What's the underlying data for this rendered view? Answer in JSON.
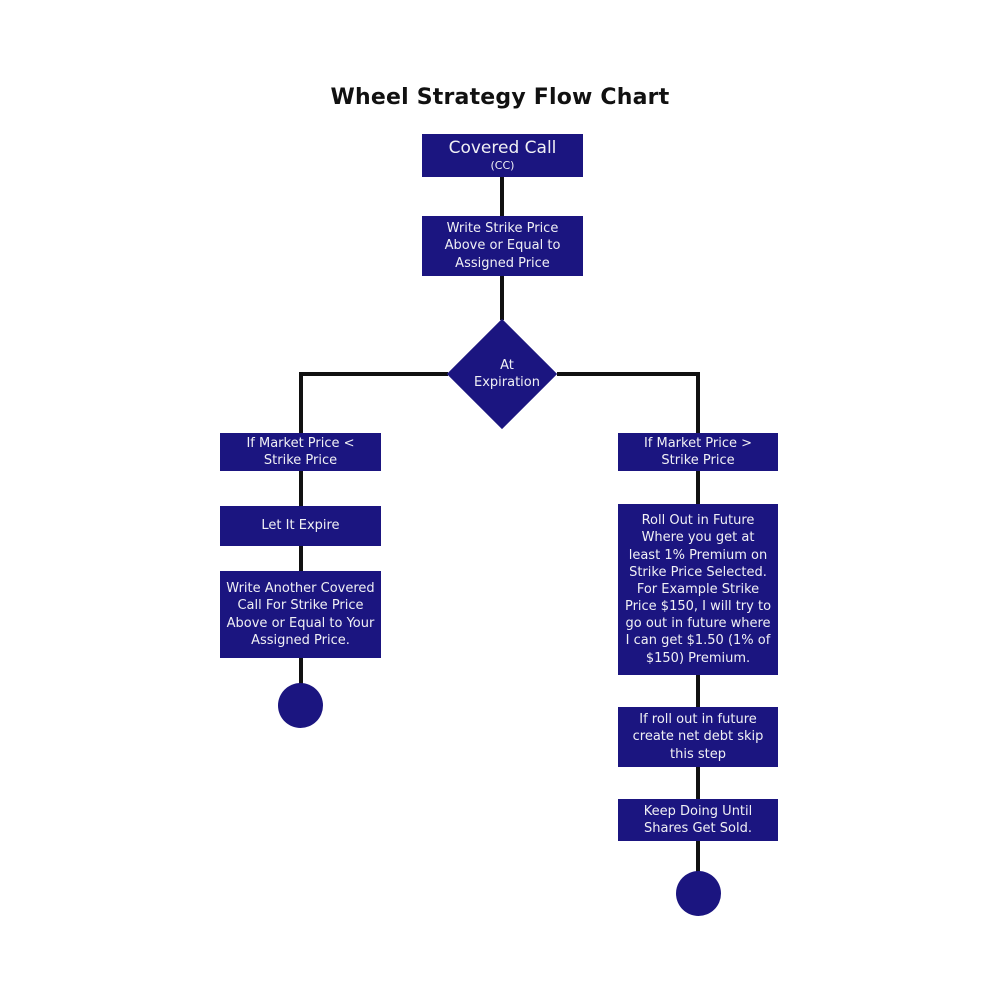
{
  "chart_data": {
    "type": "diagram",
    "title": "Wheel Strategy Flow Chart",
    "node_fill": "#1B1580",
    "node_text_color": "#F0F0F4",
    "connector_color": "#111111",
    "background": "#FFFFFF",
    "nodes": [
      {
        "id": "covered-call",
        "shape": "rect",
        "label": "Covered Call",
        "sublabel": "(CC)"
      },
      {
        "id": "write-strike-price",
        "shape": "rect",
        "label": "Write Strike Price Above or Equal to Assigned Price"
      },
      {
        "id": "at-expiration",
        "shape": "diamond",
        "label": "At Expiration"
      },
      {
        "id": "market-below-strike",
        "shape": "rect",
        "label": "If Market Price < Strike Price"
      },
      {
        "id": "let-it-expire",
        "shape": "rect",
        "label": "Let It Expire"
      },
      {
        "id": "write-another-covered-call",
        "shape": "rect",
        "label": "Write Another Covered Call For Strike Price Above or Equal to Your Assigned Price."
      },
      {
        "id": "left-terminator",
        "shape": "circle",
        "label": ""
      },
      {
        "id": "market-above-strike",
        "shape": "rect",
        "label": "If Market Price > Strike Price"
      },
      {
        "id": "roll-out-in-future",
        "shape": "rect",
        "label": "Roll Out in Future Where you get at least 1% Premium on Strike Price Selected. For Example Strike Price $150, I will try to go out in future where I can get $1.50 (1% of $150) Premium."
      },
      {
        "id": "net-debt-skip",
        "shape": "rect",
        "label": "If roll out in future create net debt skip this step"
      },
      {
        "id": "keep-doing",
        "shape": "rect",
        "label": "Keep Doing Until Shares Get Sold."
      },
      {
        "id": "right-terminator",
        "shape": "circle",
        "label": ""
      }
    ],
    "edges": [
      {
        "from": "covered-call",
        "to": "write-strike-price"
      },
      {
        "from": "write-strike-price",
        "to": "at-expiration"
      },
      {
        "from": "at-expiration",
        "to": "market-below-strike"
      },
      {
        "from": "at-expiration",
        "to": "market-above-strike"
      },
      {
        "from": "market-below-strike",
        "to": "let-it-expire"
      },
      {
        "from": "let-it-expire",
        "to": "write-another-covered-call"
      },
      {
        "from": "write-another-covered-call",
        "to": "left-terminator"
      },
      {
        "from": "market-above-strike",
        "to": "roll-out-in-future"
      },
      {
        "from": "roll-out-in-future",
        "to": "net-debt-skip"
      },
      {
        "from": "net-debt-skip",
        "to": "keep-doing"
      },
      {
        "from": "keep-doing",
        "to": "right-terminator"
      }
    ]
  },
  "diagram": {
    "title": "Wheel Strategy Flow Chart",
    "nodes": {
      "covered_call": {
        "label": "Covered Call",
        "sublabel": "(CC)"
      },
      "write_strike_price": {
        "label": "Write Strike Price Above or Equal to Assigned Price"
      },
      "at_expiration": {
        "label": "At Expiration"
      },
      "market_below_strike": {
        "label": "If Market Price < Strike Price"
      },
      "let_it_expire": {
        "label": "Let It Expire"
      },
      "write_another_covered_call": {
        "label": "Write Another Covered Call For Strike Price Above or Equal to Your Assigned Price."
      },
      "market_above_strike": {
        "label": "If Market Price > Strike Price"
      },
      "roll_out_in_future": {
        "label": "Roll Out in Future Where you get at least 1% Premium on Strike Price Selected. For Example Strike Price $150, I will try to go out in future where I can get $1.50 (1% of $150) Premium."
      },
      "net_debt_skip": {
        "label": "If roll out in future create net debt skip this step"
      },
      "keep_doing": {
        "label": "Keep Doing Until Shares Get Sold."
      }
    }
  }
}
